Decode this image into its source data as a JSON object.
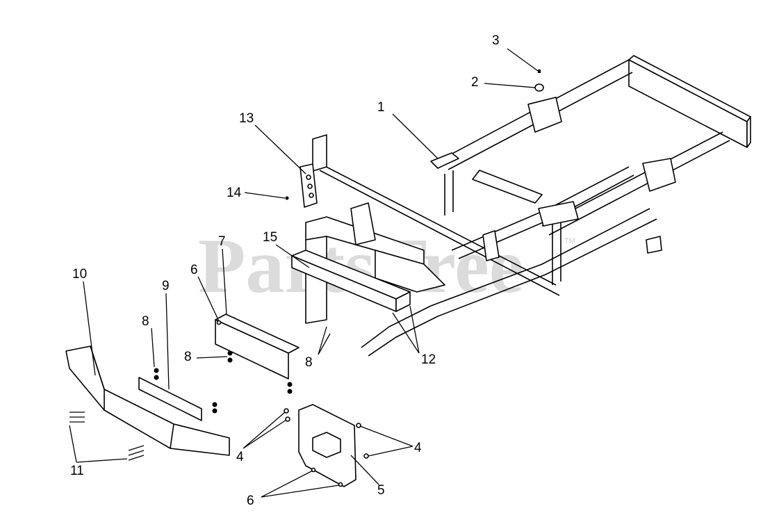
{
  "watermark": {
    "text": "PartsTree",
    "trademark": "TM"
  },
  "callouts": [
    "1",
    "2",
    "3",
    "4",
    "4",
    "5",
    "6",
    "6",
    "7",
    "8",
    "8",
    "8",
    "9",
    "10",
    "11",
    "12",
    "13",
    "14",
    "15"
  ]
}
